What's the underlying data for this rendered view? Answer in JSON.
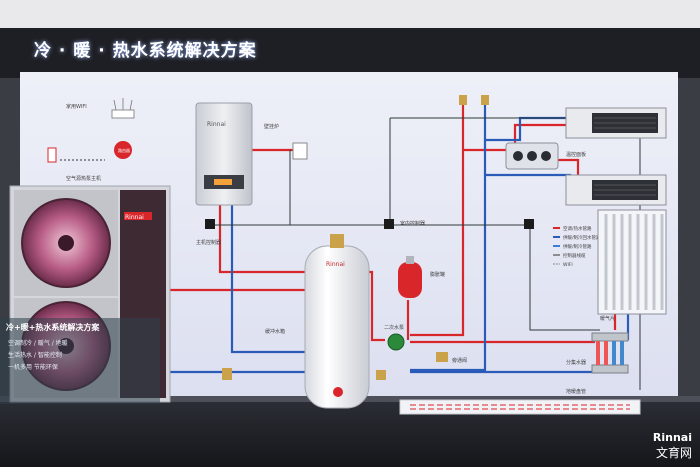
{
  "title": "冷 · 暖 · 热水系统解决方案",
  "labels": {
    "wifi": "家用WIFI",
    "router": "路由器",
    "outdoor_unit": "空气源热泵主机",
    "boiler_brand": "Rinnai",
    "wall_boiler": "壁挂炉",
    "main_controller": "主机控制器",
    "room_controller": "室内控制器",
    "tank_brand": "Rinnai",
    "expansion_tank": "膨胀罐",
    "secondary_pump": "二次水泵",
    "buffer_tank": "缓冲水箱",
    "mixing_valve": "旁通阀",
    "fan_coil_ctrl": "温控面板",
    "radiator": "暖气片",
    "manifold": "分集水器",
    "floor_heating": "地暖盘管",
    "outdoor_brand": "Rinnai"
  },
  "legend": [
    {
      "label": "空调/热水管路",
      "color": "#d9262b"
    },
    {
      "label": "供暖/制冷回水管路",
      "color": "#2a5bb8"
    },
    {
      "label": "供暖/制冷管路",
      "color": "#3a7dd8"
    },
    {
      "label": "控制器线缆",
      "color": "#333333"
    },
    {
      "label": "WIFI",
      "color": "#888888"
    }
  ],
  "overlay": {
    "title": "冷+暖+热水系统解决方案",
    "lines": [
      "空调制冷 / 暖气 / 地暖",
      "生活热水 / 智能控制",
      "一机多用 节能环保"
    ]
  },
  "watermark": {
    "brand": "Rinnai",
    "site": "文育网"
  },
  "colors": {
    "hot_pipe": "#d9262b",
    "cold_pipe": "#2a5bb8",
    "control_wire": "#2f3a3a"
  }
}
